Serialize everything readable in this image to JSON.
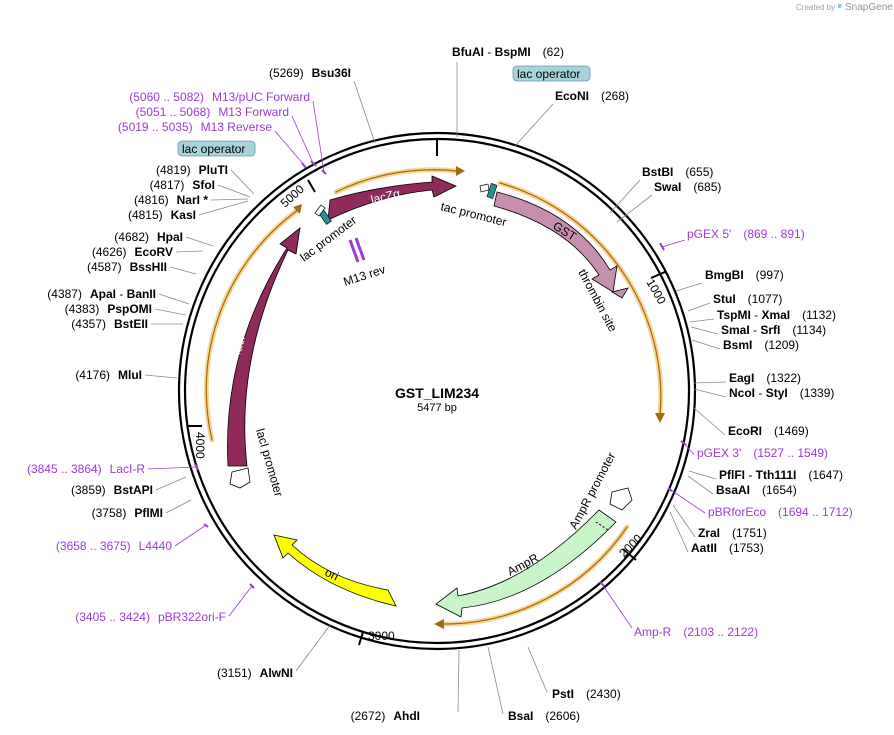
{
  "header": {
    "created_by": "Created by",
    "brand": "SnapGene"
  },
  "plasmid": {
    "name": "GST_LIM234",
    "size": "5477 bp"
  },
  "colors": {
    "primer": "#9b3bd3",
    "lacZa": "#8e2a5c",
    "lacI": "#8e2a5c",
    "gst": "#c78fae",
    "ampr": "#c7f5c7",
    "ori": "#ffff00",
    "operator": "#a8d3dc",
    "orf": "#f2b13a"
  },
  "ticks": [
    "1000",
    "2000",
    "3000",
    "4000",
    "5000"
  ],
  "enzymes": [
    {
      "name": "BfuAI",
      "sep": " - ",
      "name2": "BspMI",
      "pos": "(62)"
    },
    {
      "name": "EcoNI",
      "pos": "(268)"
    },
    {
      "name": "BstBI",
      "pos": "(655)"
    },
    {
      "name": "SwaI",
      "pos": "(685)"
    },
    {
      "name": "BmgBI",
      "pos": "(997)"
    },
    {
      "name": "StuI",
      "pos": "(1077)"
    },
    {
      "name": "TspMI",
      "sep": " - ",
      "name2": "XmaI",
      "pos": "(1132)"
    },
    {
      "name": "SmaI",
      "sep": " - ",
      "name2": "SrfI",
      "pos": "(1134)"
    },
    {
      "name": "BsmI",
      "pos": "(1209)"
    },
    {
      "name": "EagI",
      "pos": "(1322)"
    },
    {
      "name": "NcoI",
      "sep": " - ",
      "name2": "StyI",
      "pos": "(1339)"
    },
    {
      "name": "EcoRI",
      "pos": "(1469)"
    },
    {
      "name": "PflFI",
      "sep": " - ",
      "name2": "Tth111I",
      "pos": "(1647)"
    },
    {
      "name": "BsaAI",
      "pos": "(1654)"
    },
    {
      "name": "ZraI",
      "pos": "(1751)"
    },
    {
      "name": "AatII",
      "pos": "(1753)"
    },
    {
      "name": "PstI",
      "pos": "(2430)"
    },
    {
      "name": "BsaI",
      "pos": "(2606)"
    },
    {
      "name": "AhdI",
      "pos": "(2672)"
    },
    {
      "name": "AlwNI",
      "pos": "(3151)"
    },
    {
      "name": "PflMI",
      "pos": "(3758)"
    },
    {
      "name": "BstAPI",
      "pos": "(3859)"
    },
    {
      "name": "MluI",
      "pos": "(4176)"
    },
    {
      "name": "BstEII",
      "pos": "(4357)"
    },
    {
      "name": "PspOMI",
      "pos": "(4383)"
    },
    {
      "name": "ApaI",
      "sep": " - ",
      "name2": "BanII",
      "pos": "(4387)"
    },
    {
      "name": "BssHII",
      "pos": "(4587)"
    },
    {
      "name": "EcoRV",
      "pos": "(4626)"
    },
    {
      "name": "HpaI",
      "pos": "(4682)"
    },
    {
      "name": "KasI",
      "pos": "(4815)"
    },
    {
      "name": "NarI *",
      "pos": "(4816)"
    },
    {
      "name": "SfoI",
      "pos": "(4817)"
    },
    {
      "name": "PluTI",
      "pos": "(4819)"
    },
    {
      "name": "Bsu36I",
      "pos": "(5269)"
    }
  ],
  "primers": [
    {
      "name": "pGEX 5'",
      "range": "(869 .. 891)"
    },
    {
      "name": "pGEX 3'",
      "range": "(1527 .. 1549)"
    },
    {
      "name": "pBRforEco",
      "range": "(1694 .. 1712)"
    },
    {
      "name": "Amp-R",
      "range": "(2103 .. 2122)"
    },
    {
      "name": "pBR322ori-F",
      "range": "(3405 .. 3424)"
    },
    {
      "name": "L4440",
      "range": "(3658 .. 3675)"
    },
    {
      "name": "LacI-R",
      "range": "(3845 .. 3864)"
    },
    {
      "name": "M13 Reverse",
      "range": "(5019 .. 5035)"
    },
    {
      "name": "M13 Forward",
      "range": "(5051 .. 5068)"
    },
    {
      "name": "M13/pUC Forward",
      "range": "(5060 .. 5082)"
    }
  ],
  "features": {
    "lac_operator": "lac operator",
    "lacZa": "lacZα",
    "tac_promoter": "tac promoter",
    "gst": "GST",
    "thrombin_site": "thrombin site",
    "lac_promoter": "lac promoter",
    "m13_rev": "M13 rev",
    "laci": "lacI",
    "laci_promoter": "lacI promoter",
    "ampr_promoter": "AmpR promoter",
    "ampr": "AmpR",
    "ori": "ori"
  }
}
